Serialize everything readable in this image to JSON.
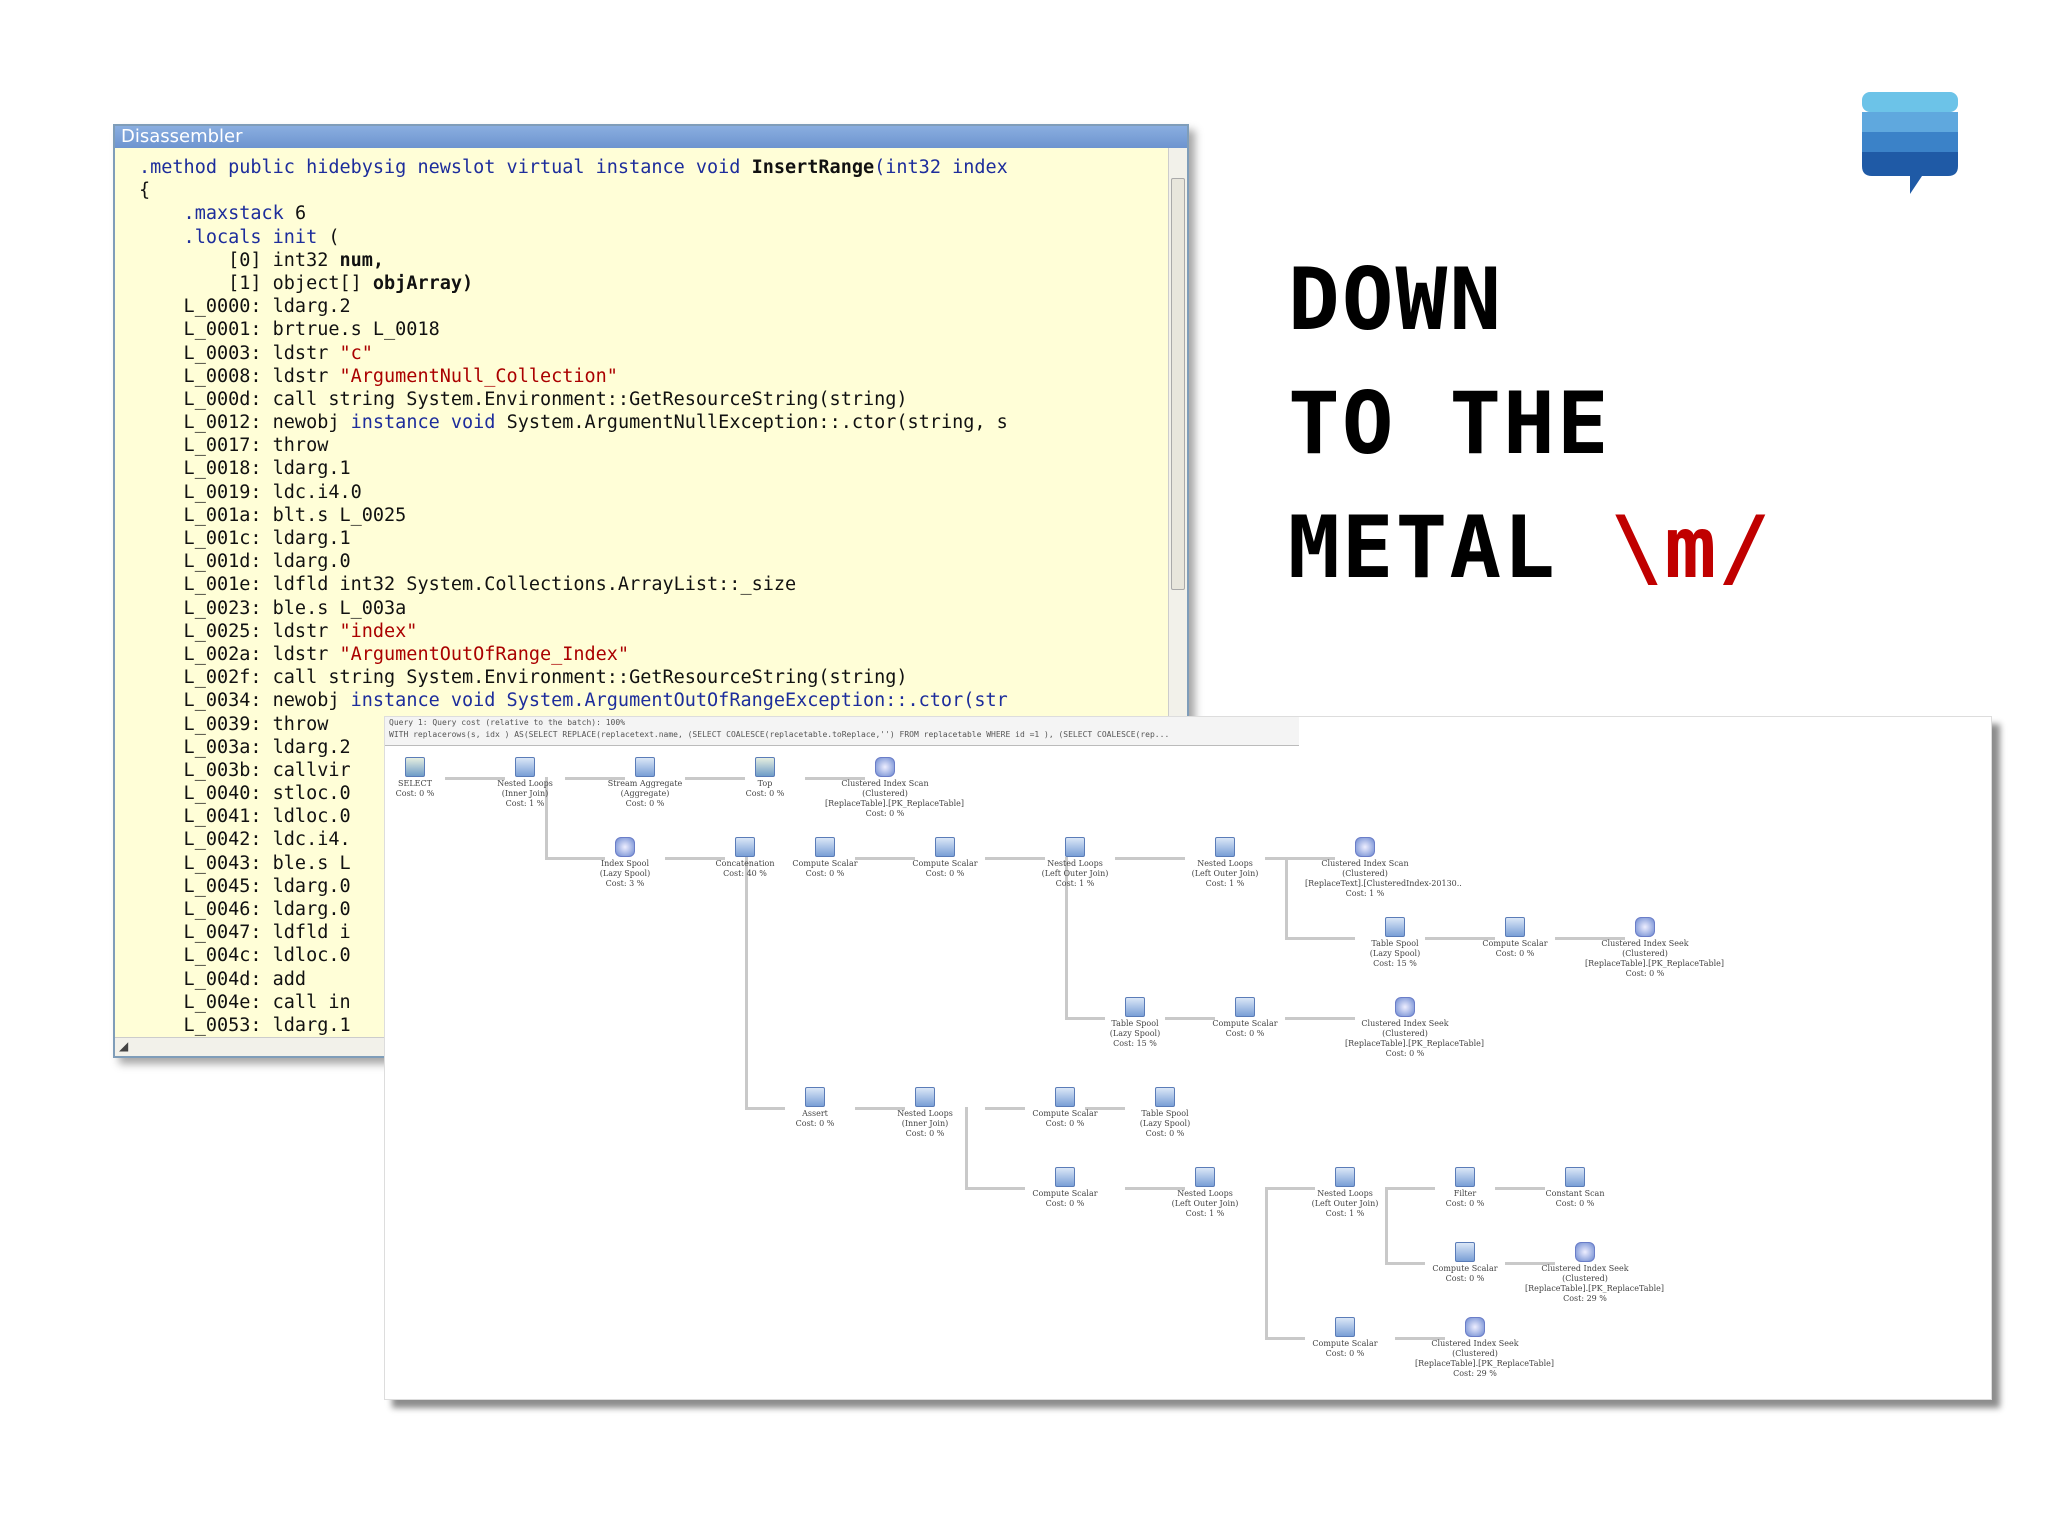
{
  "disassembler": {
    "title": "Disassembler",
    "lines": [
      {
        "parts": [
          {
            "t": ".method public hidebysig newslot virtual instance void ",
            "c": "kw"
          },
          {
            "t": "InsertRange",
            "c": "bd"
          },
          {
            "t": "(int32 index",
            "c": "kw"
          }
        ]
      },
      {
        "parts": [
          {
            "t": "{",
            "c": ""
          }
        ]
      },
      {
        "parts": [
          {
            "t": "    .maxstack ",
            "c": "kw"
          },
          {
            "t": "6",
            "c": ""
          }
        ]
      },
      {
        "parts": [
          {
            "t": "    .locals init ",
            "c": "kw"
          },
          {
            "t": "(",
            "c": ""
          }
        ]
      },
      {
        "parts": [
          {
            "t": "        [0] int32 ",
            "c": ""
          },
          {
            "t": "num,",
            "c": "bd"
          }
        ]
      },
      {
        "parts": [
          {
            "t": "        [1] object[] ",
            "c": ""
          },
          {
            "t": "objArray)",
            "c": "bd"
          }
        ]
      },
      {
        "parts": [
          {
            "t": "    L_0000: ldarg.2",
            "c": ""
          }
        ]
      },
      {
        "parts": [
          {
            "t": "    L_0001: brtrue.s L_0018",
            "c": ""
          }
        ]
      },
      {
        "parts": [
          {
            "t": "    L_0003: ldstr ",
            "c": ""
          },
          {
            "t": "\"c\"",
            "c": "st"
          }
        ]
      },
      {
        "parts": [
          {
            "t": "    L_0008: ldstr ",
            "c": ""
          },
          {
            "t": "\"ArgumentNull_Collection\"",
            "c": "st"
          }
        ]
      },
      {
        "parts": [
          {
            "t": "    L_000d: call string System.Environment::GetResourceString(string)",
            "c": ""
          }
        ]
      },
      {
        "parts": [
          {
            "t": "    L_0012: newobj ",
            "c": ""
          },
          {
            "t": "instance void ",
            "c": "kw"
          },
          {
            "t": "System.ArgumentNullException::.ctor(string, s",
            "c": ""
          }
        ]
      },
      {
        "parts": [
          {
            "t": "    L_0017: throw",
            "c": ""
          }
        ]
      },
      {
        "parts": [
          {
            "t": "    L_0018: ldarg.1",
            "c": ""
          }
        ]
      },
      {
        "parts": [
          {
            "t": "    L_0019: ldc.i4.0",
            "c": ""
          }
        ]
      },
      {
        "parts": [
          {
            "t": "    L_001a: blt.s L_0025",
            "c": ""
          }
        ]
      },
      {
        "parts": [
          {
            "t": "    L_001c: ldarg.1",
            "c": ""
          }
        ]
      },
      {
        "parts": [
          {
            "t": "    L_001d: ldarg.0",
            "c": ""
          }
        ]
      },
      {
        "parts": [
          {
            "t": "    L_001e: ldfld int32 System.Collections.ArrayList::_size",
            "c": ""
          }
        ]
      },
      {
        "parts": [
          {
            "t": "    L_0023: ble.s L_003a",
            "c": ""
          }
        ]
      },
      {
        "parts": [
          {
            "t": "    L_0025: ldstr ",
            "c": ""
          },
          {
            "t": "\"index\"",
            "c": "st"
          }
        ]
      },
      {
        "parts": [
          {
            "t": "    L_002a: ldstr ",
            "c": ""
          },
          {
            "t": "\"ArgumentOutOfRange_Index\"",
            "c": "st"
          }
        ]
      },
      {
        "parts": [
          {
            "t": "    L_002f: call string System.Environment::GetResourceString(string)",
            "c": ""
          }
        ]
      },
      {
        "parts": [
          {
            "t": "    L_0034: newobj ",
            "c": ""
          },
          {
            "t": "instance void System.ArgumentOutOfRangeException::.ctor(str",
            "c": "kw"
          }
        ]
      },
      {
        "parts": [
          {
            "t": "    L_0039: throw",
            "c": ""
          }
        ]
      },
      {
        "parts": [
          {
            "t": "    L_003a: ldarg.2",
            "c": ""
          }
        ]
      },
      {
        "parts": [
          {
            "t": "    L_003b: callvir",
            "c": ""
          }
        ]
      },
      {
        "parts": [
          {
            "t": "    L_0040: stloc.0",
            "c": ""
          }
        ]
      },
      {
        "parts": [
          {
            "t": "    L_0041: ldloc.0",
            "c": ""
          }
        ]
      },
      {
        "parts": [
          {
            "t": "    L_0042: ldc.i4.",
            "c": ""
          }
        ]
      },
      {
        "parts": [
          {
            "t": "    L_0043: ble.s L",
            "c": ""
          }
        ]
      },
      {
        "parts": [
          {
            "t": "    L_0045: ldarg.0",
            "c": ""
          }
        ]
      },
      {
        "parts": [
          {
            "t": "    L_0046: ldarg.0",
            "c": ""
          }
        ]
      },
      {
        "parts": [
          {
            "t": "    L_0047: ldfld i",
            "c": ""
          }
        ]
      },
      {
        "parts": [
          {
            "t": "    L_004c: ldloc.0",
            "c": ""
          }
        ]
      },
      {
        "parts": [
          {
            "t": "    L_004d: add",
            "c": ""
          }
        ]
      },
      {
        "parts": [
          {
            "t": "    L_004e: call in",
            "c": ""
          }
        ]
      },
      {
        "parts": [
          {
            "t": "    L_0053: ldarg.1",
            "c": ""
          }
        ]
      }
    ]
  },
  "title": {
    "line1": "DOWN",
    "line2": "TO THE",
    "line3": "METAL ",
    "sign": "\\m/"
  },
  "colors": {
    "accent_red": "#c00000",
    "logo_top": "#6cc3e8",
    "logo_mid": "#3b82c8",
    "logo_bottom": "#1f5aa6"
  },
  "plan": {
    "header_line1": "Query 1: Query cost (relative to the batch): 100%",
    "header_line2": "WITH replacerows(s, idx ) AS(SELECT REPLACE(replacetext.name, (SELECT COALESCE(replacetable.toReplace,'') FROM replacetable WHERE id =1 ), (SELECT COALESCE(rep...",
    "nodes": [
      {
        "label": "SELECT",
        "sub": "Cost: 0 %",
        "icon": "tbl"
      },
      {
        "label": "Nested Loops",
        "sub": "(Inner Join)\nCost: 1 %",
        "icon": "op"
      },
      {
        "label": "Stream Aggregate",
        "sub": "(Aggregate)\nCost: 0 %",
        "icon": "op"
      },
      {
        "label": "Top",
        "sub": "Cost: 0 %",
        "icon": "tbl"
      },
      {
        "label": "Clustered Index Scan (Clustered)",
        "sub": "[ReplaceTable].[PK_ReplaceTable]\nCost: 0 %",
        "icon": "idx"
      },
      {
        "label": "Index Spool",
        "sub": "(Lazy Spool)\nCost: 3 %",
        "icon": "idx"
      },
      {
        "label": "Concatenation",
        "sub": "Cost: 40 %",
        "icon": "op"
      },
      {
        "label": "Compute Scalar",
        "sub": "Cost: 0 %",
        "icon": "op"
      },
      {
        "label": "Compute Scalar",
        "sub": "Cost: 0 %",
        "icon": "op"
      },
      {
        "label": "Nested Loops",
        "sub": "(Left Outer Join)\nCost: 1 %",
        "icon": "op"
      },
      {
        "label": "Nested Loops",
        "sub": "(Left Outer Join)\nCost: 1 %",
        "icon": "op"
      },
      {
        "label": "Clustered Index Scan (Clustered)",
        "sub": "[ReplaceText].[ClusteredIndex-20130..\nCost: 1 %",
        "icon": "idx"
      },
      {
        "label": "Table Spool",
        "sub": "(Lazy Spool)\nCost: 15 %",
        "icon": "op"
      },
      {
        "label": "Compute Scalar",
        "sub": "Cost: 0 %",
        "icon": "op"
      },
      {
        "label": "Clustered Index Seek (Clustered)",
        "sub": "[ReplaceTable].[PK_ReplaceTable]\nCost: 0 %",
        "icon": "idx"
      },
      {
        "label": "Table Spool",
        "sub": "(Lazy Spool)\nCost: 15 %",
        "icon": "op"
      },
      {
        "label": "Compute Scalar",
        "sub": "Cost: 0 %",
        "icon": "op"
      },
      {
        "label": "Clustered Index Seek (Clustered)",
        "sub": "[ReplaceTable].[PK_ReplaceTable]\nCost: 0 %",
        "icon": "idx"
      },
      {
        "label": "Assert",
        "sub": "Cost: 0 %",
        "icon": "op"
      },
      {
        "label": "Nested Loops",
        "sub": "(Inner Join)\nCost: 0 %",
        "icon": "op"
      },
      {
        "label": "Compute Scalar",
        "sub": "Cost: 0 %",
        "icon": "op"
      },
      {
        "label": "Table Spool",
        "sub": "(Lazy Spool)\nCost: 0 %",
        "icon": "op"
      },
      {
        "label": "Compute Scalar",
        "sub": "Cost: 0 %",
        "icon": "op"
      },
      {
        "label": "Nested Loops",
        "sub": "(Left Outer Join)\nCost: 1 %",
        "icon": "op"
      },
      {
        "label": "Nested Loops",
        "sub": "(Left Outer Join)\nCost: 1 %",
        "icon": "op"
      },
      {
        "label": "Filter",
        "sub": "Cost: 0 %",
        "icon": "op"
      },
      {
        "label": "Constant Scan",
        "sub": "Cost: 0 %",
        "icon": "op"
      },
      {
        "label": "Compute Scalar",
        "sub": "Cost: 0 %",
        "icon": "op"
      },
      {
        "label": "Clustered Index Seek (Clustered)",
        "sub": "[ReplaceTable].[PK_ReplaceTable]\nCost: 29 %",
        "icon": "idx"
      },
      {
        "label": "Compute Scalar",
        "sub": "Cost: 0 %",
        "icon": "op"
      },
      {
        "label": "Clustered Index Seek (Clustered)",
        "sub": "[ReplaceTable].[PK_ReplaceTable]\nCost: 29 %",
        "icon": "idx"
      }
    ]
  }
}
